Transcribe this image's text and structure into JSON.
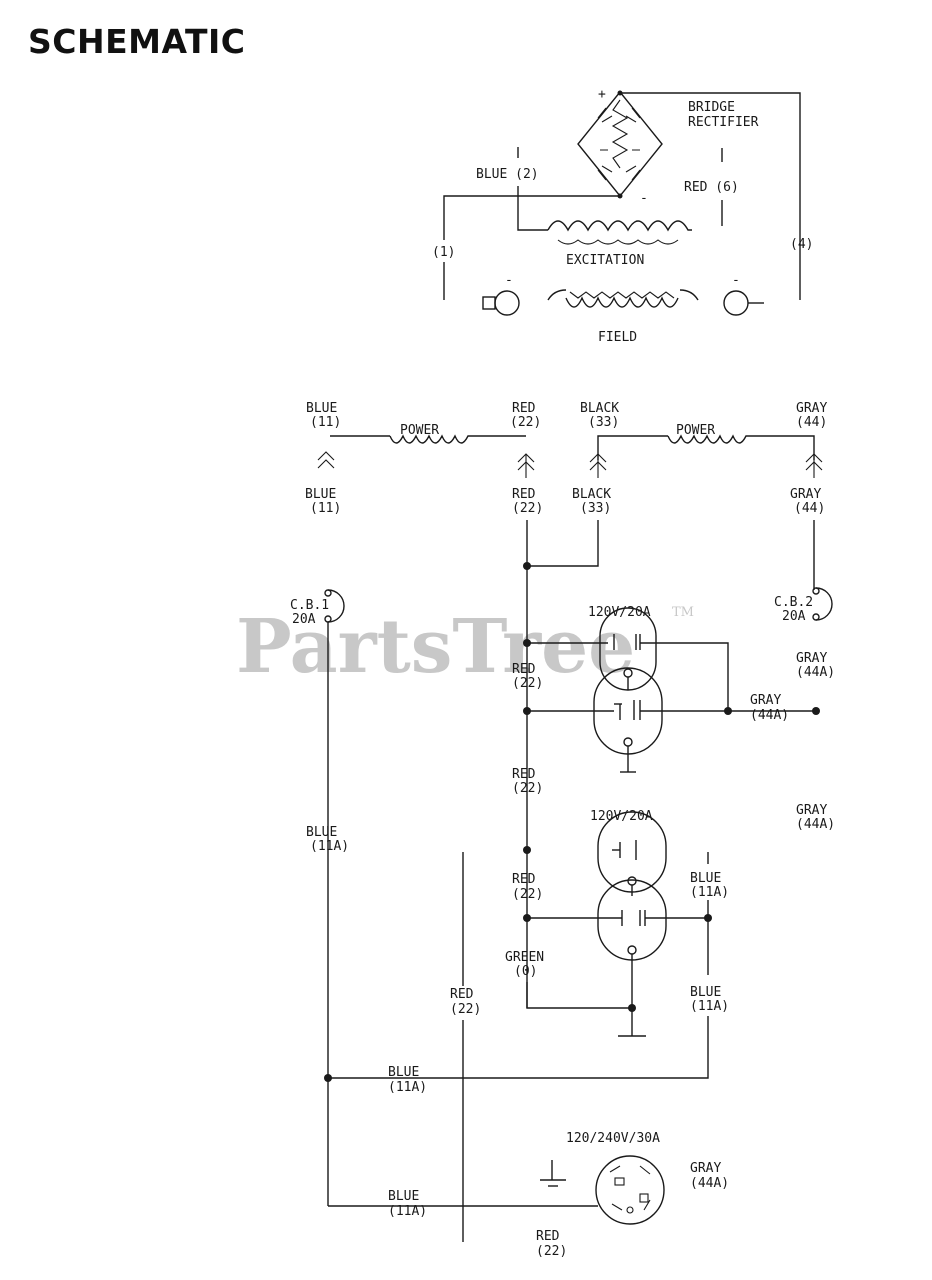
{
  "title": "SCHEMATIC",
  "watermark": {
    "text": "PartsTree",
    "tm": "TM"
  },
  "exciter": {
    "bridge": "BRIDGE",
    "rectifier": "RECTIFIER",
    "blue_wire": "BLUE (2)",
    "red_wire": "RED (6)",
    "wire_1": "(1)",
    "wire_4": "(4)",
    "excitation": "EXCITATION",
    "field": "FIELD",
    "plus": "+",
    "minus": "-"
  },
  "power_windings": {
    "blue_top": "BLUE",
    "blue_top_num": "(11)",
    "power_left": "POWER",
    "red_top": "RED",
    "red_top_num": "(22)",
    "black_top": "BLACK",
    "black_top_num": "(33)",
    "power_right": "POWER",
    "gray_top": "GRAY",
    "gray_top_num": "(44)",
    "blue_bot": "BLUE",
    "blue_bot_num": "(11)",
    "red_bot": "RED",
    "red_bot_num": "(22)",
    "black_bot": "BLACK",
    "black_bot_num": "(33)",
    "gray_bot": "GRAY",
    "gray_bot_num": "(44)"
  },
  "breakers": {
    "cb1": "C.B.1",
    "cb1_rating": "20A",
    "cb2": "C.B.2",
    "cb2_rating": "20A"
  },
  "receptacles": {
    "r1_rating": "120V/20A",
    "r2_rating": "120V/20A",
    "r3_rating": "120/240V/30A"
  },
  "wires": {
    "red22_a": "RED",
    "red22_a_num": "(22)",
    "red22_b": "RED",
    "red22_b_num": "(22)",
    "red22_c": "RED",
    "red22_c_num": "(22)",
    "red22_d": "RED",
    "red22_d_num": "(22)",
    "red22_e": "RED",
    "red22_e_num": "(22)",
    "gray44a_a": "GRAY",
    "gray44a_a_num": "(44A)",
    "gray44a_b": "GRAY",
    "gray44a_b_num": "(44A)",
    "gray44a_c": "GRAY",
    "gray44a_c_num": "(44A)",
    "gray44a_d": "GRAY",
    "gray44a_d_num": "(44A)",
    "blue11a_a": "BLUE",
    "blue11a_a_num": "(11A)",
    "blue11a_b": "BLUE",
    "blue11a_b_num": "(11A)",
    "blue11a_c": "BLUE",
    "blue11a_c_num": "(11A)",
    "blue11a_d": "BLUE",
    "blue11a_d_num": "(11A)",
    "blue11a_e": "BLUE",
    "blue11a_e_num": "(11A)",
    "green": "GREEN",
    "green_num": "(0)"
  }
}
